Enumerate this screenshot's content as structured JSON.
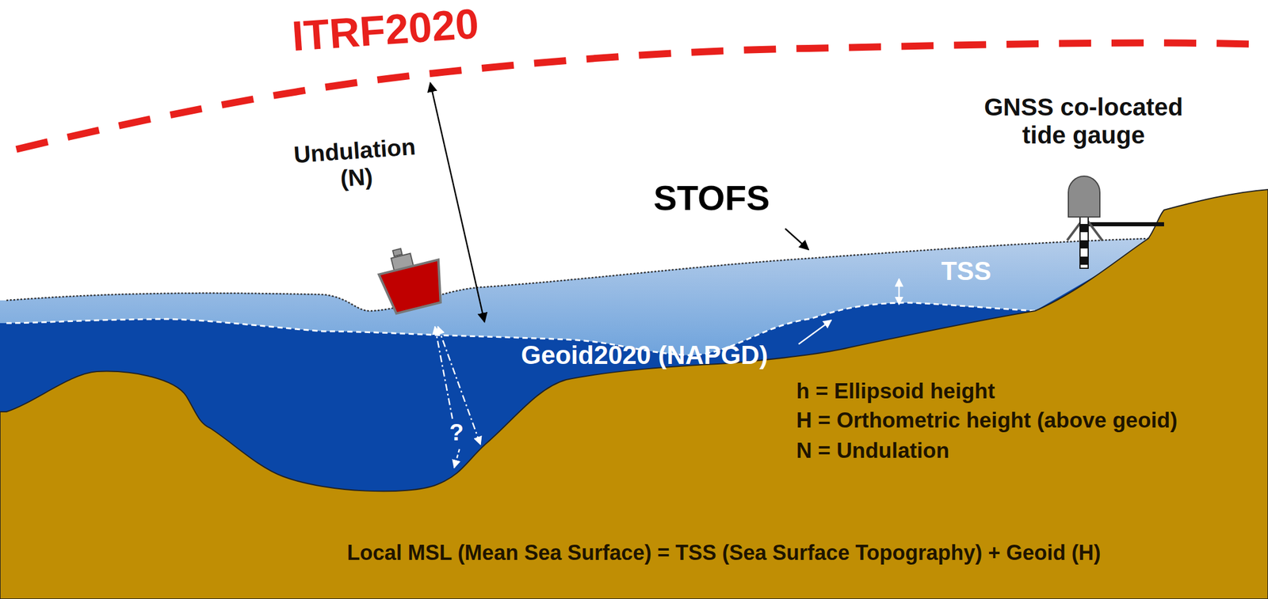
{
  "diagram": {
    "labels": [
      "ITRF2020",
      "Undulation (N)",
      "STOFS",
      "GNSS co-located tide gauge",
      "TSS",
      "Geoid2020 (NAPGD)",
      "h = Ellipsoid height",
      "H = Orthometric height (above geoid)",
      "N = Undulation",
      "?",
      "Local MSL (Mean Sea Surface) = TSS (Sea Surface Topography) + Geoid (H)"
    ]
  }
}
